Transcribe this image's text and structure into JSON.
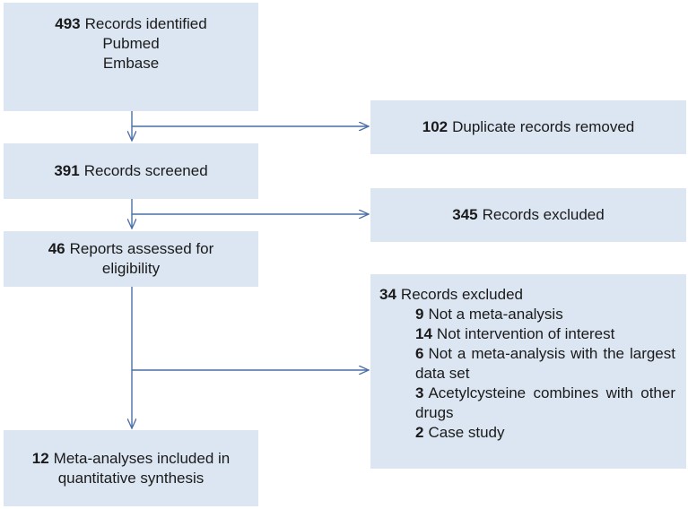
{
  "boxes": {
    "identified": {
      "count": "493",
      "label": "Records identified",
      "sources": [
        "Pubmed",
        "Embase"
      ]
    },
    "duplicates": {
      "count": "102",
      "label": "Duplicate records removed"
    },
    "screened": {
      "count": "391",
      "label": "Records screened"
    },
    "excluded_screen": {
      "count": "345",
      "label": "Records excluded"
    },
    "assessed": {
      "count": "46",
      "label_line1": "Reports assessed for",
      "label_line2": "eligibility"
    },
    "excluded_full": {
      "count": "34",
      "label": "Records excluded",
      "reasons": [
        {
          "count": "9",
          "text": "Not a meta-analysis"
        },
        {
          "count": "14",
          "text": "Not intervention of interest"
        },
        {
          "count": "6",
          "text": "Not a meta-analysis with the largest data set"
        },
        {
          "count": "3",
          "text": "Acetylcysteine combines with other drugs"
        },
        {
          "count": "2",
          "text": "Case study"
        }
      ]
    },
    "included": {
      "count": "12",
      "label_line1": "Meta-analyses included in",
      "label_line2": "quantitative synthesis"
    }
  },
  "colors": {
    "box_fill": "#dce6f2",
    "arrow": "#4a6fa5"
  }
}
